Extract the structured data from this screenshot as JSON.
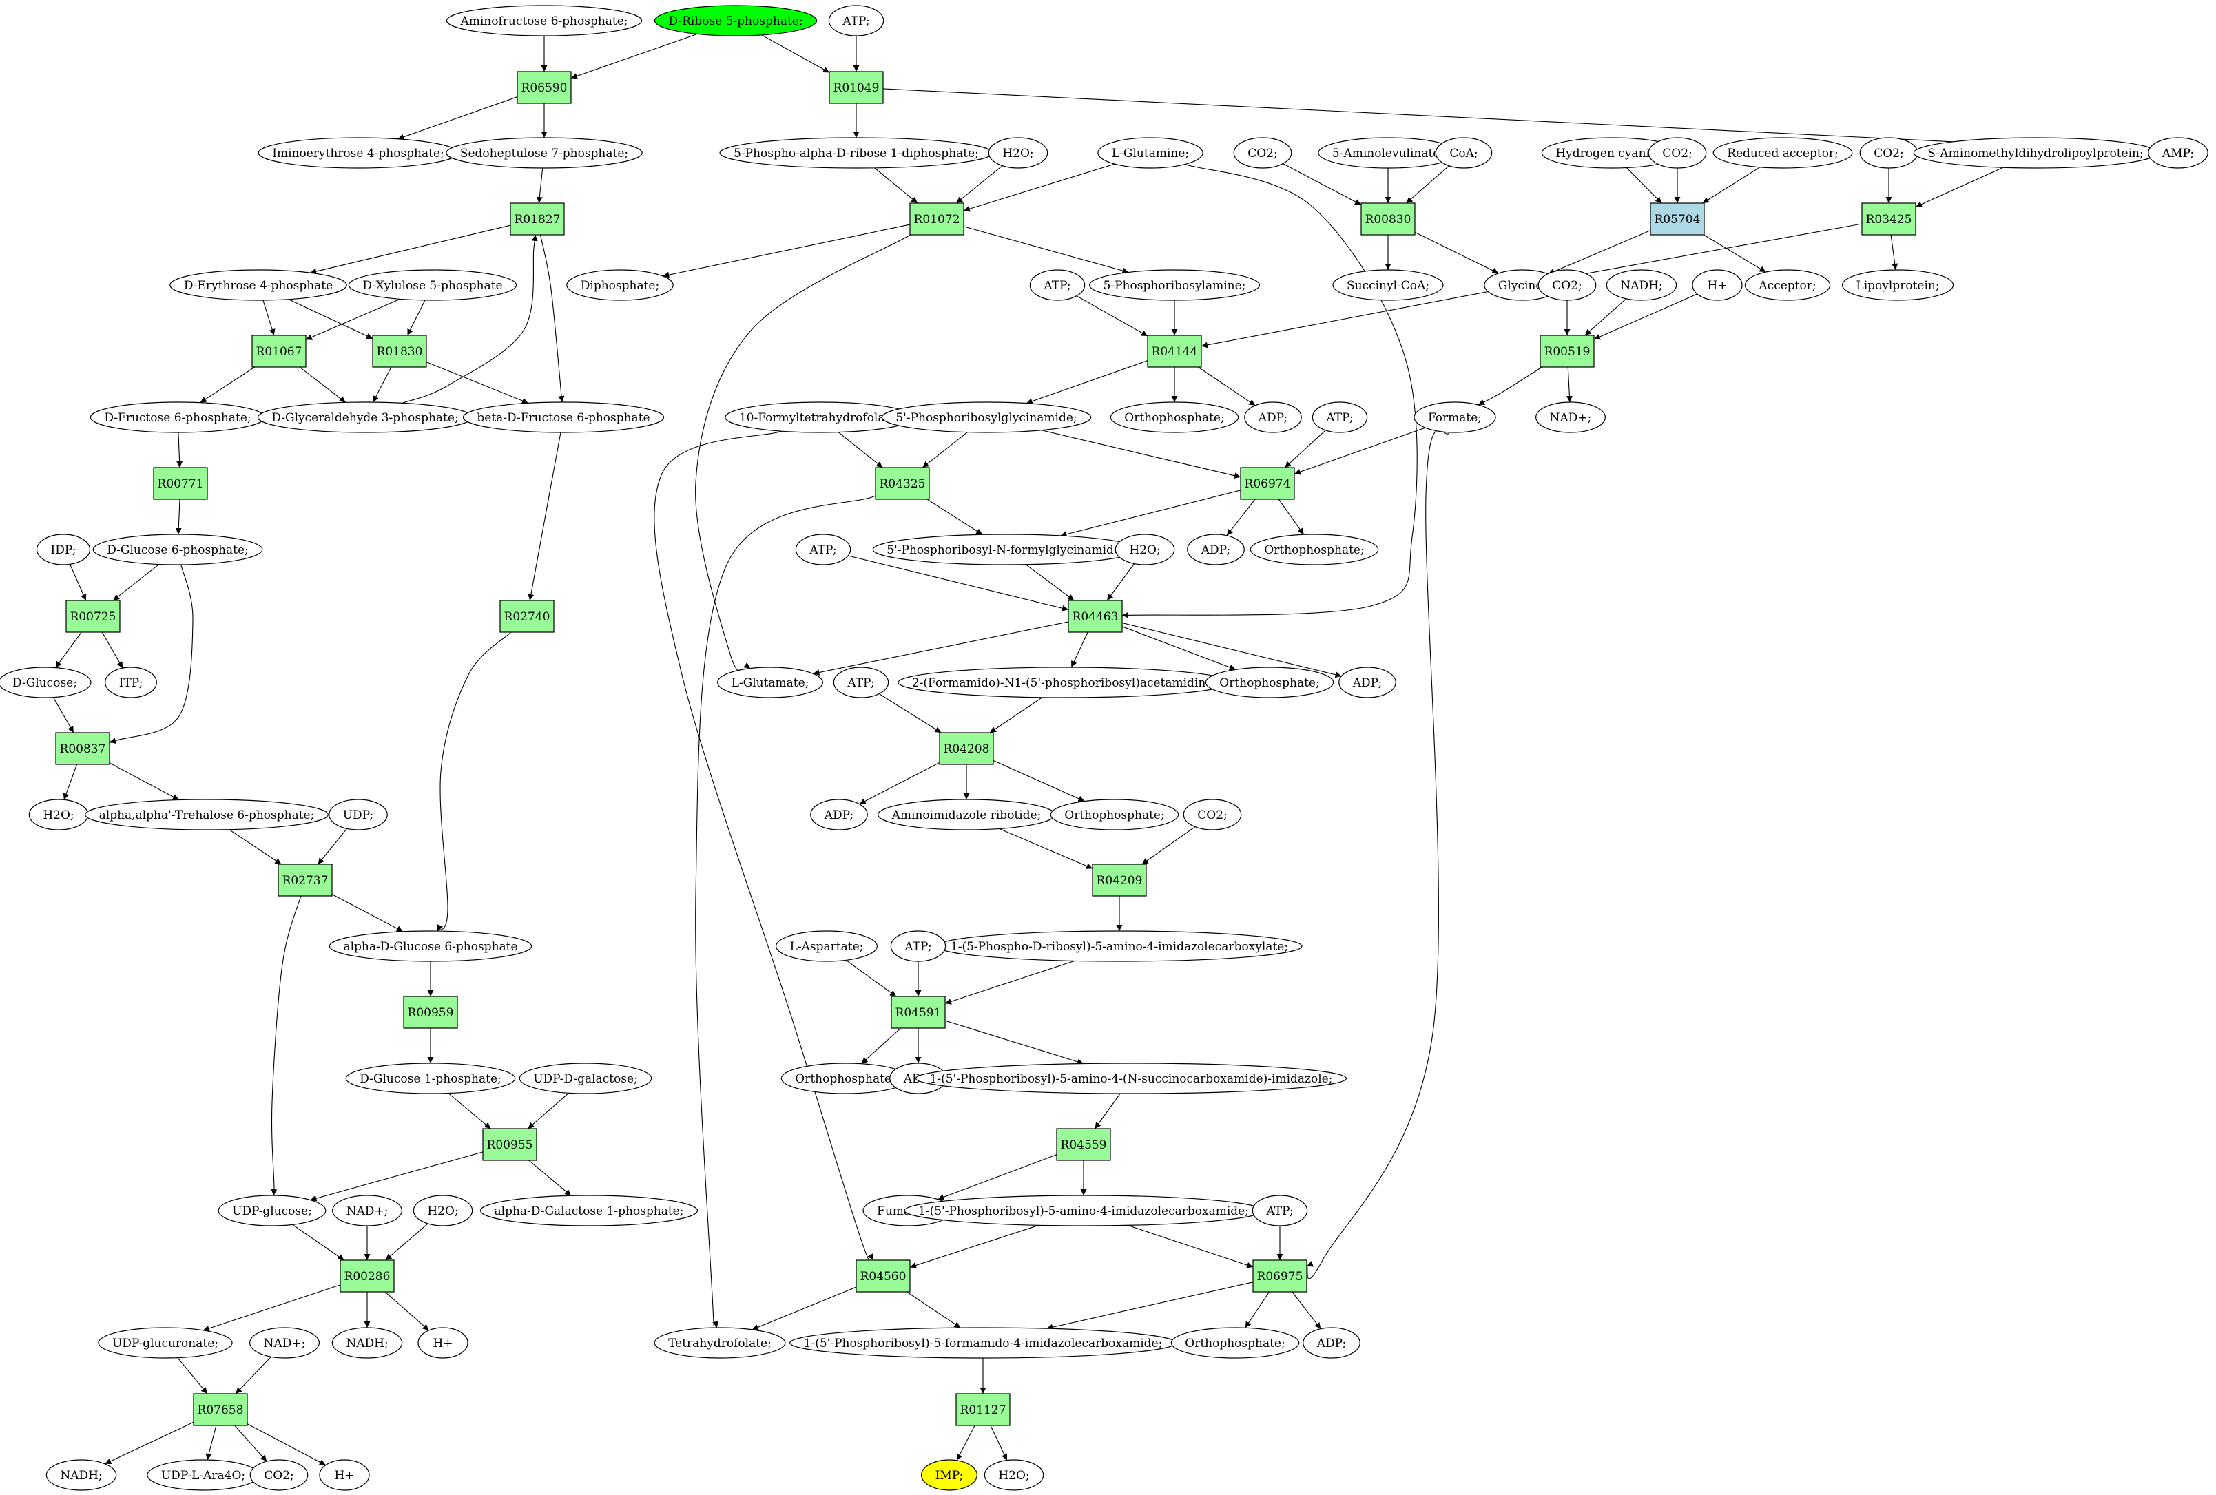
{
  "reactions": [
    {
      "id": "R06590",
      "label": "R06590",
      "fill": "#98fb98"
    },
    {
      "id": "R01049",
      "label": "R01049",
      "fill": "#98fb98"
    },
    {
      "id": "R01827",
      "label": "R01827",
      "fill": "#98fb98"
    },
    {
      "id": "R01072",
      "label": "R01072",
      "fill": "#98fb98"
    },
    {
      "id": "R00830",
      "label": "R00830",
      "fill": "#98fb98"
    },
    {
      "id": "R05704",
      "label": "R05704",
      "fill": "#add8e6"
    },
    {
      "id": "R03425",
      "label": "R03425",
      "fill": "#98fb98"
    },
    {
      "id": "R01067",
      "label": "R01067",
      "fill": "#98fb98"
    },
    {
      "id": "R01830",
      "label": "R01830",
      "fill": "#98fb98"
    },
    {
      "id": "R04144",
      "label": "R04144",
      "fill": "#98fb98"
    },
    {
      "id": "R00519",
      "label": "R00519",
      "fill": "#98fb98"
    },
    {
      "id": "R00771",
      "label": "R00771",
      "fill": "#98fb98"
    },
    {
      "id": "R04325",
      "label": "R04325",
      "fill": "#98fb98"
    },
    {
      "id": "R06974",
      "label": "R06974",
      "fill": "#98fb98"
    },
    {
      "id": "R00725",
      "label": "R00725",
      "fill": "#98fb98"
    },
    {
      "id": "R02740",
      "label": "R02740",
      "fill": "#98fb98"
    },
    {
      "id": "R04463",
      "label": "R04463",
      "fill": "#98fb98"
    },
    {
      "id": "R00837",
      "label": "R00837",
      "fill": "#98fb98"
    },
    {
      "id": "R04208",
      "label": "R04208",
      "fill": "#98fb98"
    },
    {
      "id": "R02737",
      "label": "R02737",
      "fill": "#98fb98"
    },
    {
      "id": "R04209",
      "label": "R04209",
      "fill": "#98fb98"
    },
    {
      "id": "R04591",
      "label": "R04591",
      "fill": "#98fb98"
    },
    {
      "id": "R00959",
      "label": "R00959",
      "fill": "#98fb98"
    },
    {
      "id": "R04559",
      "label": "R04559",
      "fill": "#98fb98"
    },
    {
      "id": "R00955",
      "label": "R00955",
      "fill": "#98fb98"
    },
    {
      "id": "R00286",
      "label": "R00286",
      "fill": "#98fb98"
    },
    {
      "id": "R04560",
      "label": "R04560",
      "fill": "#98fb98"
    },
    {
      "id": "R06975",
      "label": "R06975",
      "fill": "#98fb98"
    },
    {
      "id": "R07658",
      "label": "R07658",
      "fill": "#98fb98"
    },
    {
      "id": "R01127",
      "label": "R01127",
      "fill": "#98fb98"
    }
  ],
  "compounds": [
    {
      "id": "aminofructose6p",
      "label": "Aminofructose 6-phosphate;"
    },
    {
      "id": "ribose5p",
      "label": "D-Ribose 5-phosphate;",
      "fill": "#00ff00"
    },
    {
      "id": "atp_top",
      "label": "ATP;"
    },
    {
      "id": "iminoerythrose4p",
      "label": "Iminoerythrose 4-phosphate;"
    },
    {
      "id": "sedoheptulose7p",
      "label": "Sedoheptulose 7-phosphate;"
    },
    {
      "id": "prpp",
      "label": "5-Phospho-alpha-D-ribose 1-diphosphate;"
    },
    {
      "id": "h2o_1072",
      "label": "H2O;"
    },
    {
      "id": "glutamine",
      "label": "L-Glutamine;"
    },
    {
      "id": "co2_830",
      "label": "CO2;"
    },
    {
      "id": "aminolevulinate",
      "label": "5-Aminolevulinate;"
    },
    {
      "id": "coa",
      "label": "CoA;"
    },
    {
      "id": "hcn",
      "label": "Hydrogen cyanide;"
    },
    {
      "id": "co2_5704",
      "label": "CO2;"
    },
    {
      "id": "reduced_acceptor",
      "label": "Reduced acceptor;"
    },
    {
      "id": "co2_3425",
      "label": "CO2;"
    },
    {
      "id": "sam_lipoyl",
      "label": "S-Aminomethyldihydrolipoylprotein;"
    },
    {
      "id": "amp",
      "label": "AMP;"
    },
    {
      "id": "erythrose4p",
      "label": "D-Erythrose 4-phosphate"
    },
    {
      "id": "xylulose5p",
      "label": "D-Xylulose 5-phosphate"
    },
    {
      "id": "diphosphate",
      "label": "Diphosphate;"
    },
    {
      "id": "atp_4144",
      "label": "ATP;"
    },
    {
      "id": "pra",
      "label": "5-Phosphoribosylamine;"
    },
    {
      "id": "succinylcoa",
      "label": "Succinyl-CoA;"
    },
    {
      "id": "glycine",
      "label": "Glycine;"
    },
    {
      "id": "acceptor",
      "label": "Acceptor;"
    },
    {
      "id": "lipoylprotein",
      "label": "Lipoylprotein;"
    },
    {
      "id": "co2_519",
      "label": "CO2;"
    },
    {
      "id": "nadh_519",
      "label": "NADH;"
    },
    {
      "id": "hplus_519",
      "label": "H+"
    },
    {
      "id": "fructose6p",
      "label": "D-Fructose 6-phosphate;"
    },
    {
      "id": "ga3p",
      "label": "D-Glyceraldehyde 3-phosphate;"
    },
    {
      "id": "bfructose6p",
      "label": "beta-D-Fructose 6-phosphate"
    },
    {
      "id": "formylthf",
      "label": "10-Formyltetrahydrofolate;"
    },
    {
      "id": "gar",
      "label": "5'-Phosphoribosylglycinamide;"
    },
    {
      "id": "ophos_4144",
      "label": "Orthophosphate;"
    },
    {
      "id": "adp_4144",
      "label": "ADP;"
    },
    {
      "id": "atp_6974",
      "label": "ATP;"
    },
    {
      "id": "formate",
      "label": "Formate;"
    },
    {
      "id": "nadplus_519",
      "label": "NAD+;"
    },
    {
      "id": "idp",
      "label": "IDP;"
    },
    {
      "id": "glucose6p",
      "label": "D-Glucose 6-phosphate;"
    },
    {
      "id": "atp_4463",
      "label": "ATP;"
    },
    {
      "id": "fgar",
      "label": "5'-Phosphoribosyl-N-formylglycinamide;"
    },
    {
      "id": "h2o_4463",
      "label": "H2O;"
    },
    {
      "id": "adp_6974",
      "label": "ADP;"
    },
    {
      "id": "ophos_6974",
      "label": "Orthophosphate;"
    },
    {
      "id": "dglucose",
      "label": "D-Glucose;"
    },
    {
      "id": "itp",
      "label": "ITP;"
    },
    {
      "id": "lglutamate",
      "label": "L-Glutamate;"
    },
    {
      "id": "fgam",
      "label": "2-(Formamido)-N1-(5'-phosphoribosyl)acetamidine;"
    },
    {
      "id": "ophos_4463",
      "label": "Orthophosphate;"
    },
    {
      "id": "adp_4463",
      "label": "ADP;"
    },
    {
      "id": "atp_4208",
      "label": "ATP;"
    },
    {
      "id": "h2o_837",
      "label": "H2O;"
    },
    {
      "id": "trehalose6p",
      "label": "alpha,alpha'-Trehalose 6-phosphate;"
    },
    {
      "id": "udp",
      "label": "UDP;"
    },
    {
      "id": "adp_4208",
      "label": "ADP;"
    },
    {
      "id": "air",
      "label": "Aminoimidazole ribotide;"
    },
    {
      "id": "ophos_4208",
      "label": "Orthophosphate;"
    },
    {
      "id": "co2_4209",
      "label": "CO2;"
    },
    {
      "id": "aglucose6p",
      "label": "alpha-D-Glucose 6-phosphate"
    },
    {
      "id": "cair",
      "label": "1-(5-Phospho-D-ribosyl)-5-amino-4-imidazolecarboxylate;"
    },
    {
      "id": "laspartate",
      "label": "L-Aspartate;"
    },
    {
      "id": "atp_4591",
      "label": "ATP;"
    },
    {
      "id": "glucose1p",
      "label": "D-Glucose 1-phosphate;"
    },
    {
      "id": "udpgalactose",
      "label": "UDP-D-galactose;"
    },
    {
      "id": "ophos_4591",
      "label": "Orthophosphate;"
    },
    {
      "id": "adp_4591",
      "label": "ADP;"
    },
    {
      "id": "saicar",
      "label": "1-(5'-Phosphoribosyl)-5-amino-4-(N-succinocarboxamide)-imidazole;"
    },
    {
      "id": "udpglucose",
      "label": "UDP-glucose;"
    },
    {
      "id": "nadplus_286",
      "label": "NAD+;"
    },
    {
      "id": "h2o_286",
      "label": "H2O;"
    },
    {
      "id": "galactose1p",
      "label": "alpha-D-Galactose 1-phosphate;"
    },
    {
      "id": "fumarate",
      "label": "Fumarate;"
    },
    {
      "id": "aicar",
      "label": "1-(5'-Phosphoribosyl)-5-amino-4-imidazolecarboxamide;"
    },
    {
      "id": "atp_6975",
      "label": "ATP;"
    },
    {
      "id": "udpglucuronate",
      "label": "UDP-glucuronate;"
    },
    {
      "id": "nadplus_7658",
      "label": "NAD+;"
    },
    {
      "id": "nadh_286",
      "label": "NADH;"
    },
    {
      "id": "hplus_286",
      "label": "H+"
    },
    {
      "id": "thf",
      "label": "Tetrahydrofolate;"
    },
    {
      "id": "faicar",
      "label": "1-(5'-Phosphoribosyl)-5-formamido-4-imidazolecarboxamide;"
    },
    {
      "id": "ophos_6975",
      "label": "Orthophosphate;"
    },
    {
      "id": "adp_6975",
      "label": "ADP;"
    },
    {
      "id": "nadh_7658",
      "label": "NADH;"
    },
    {
      "id": "udpara4o",
      "label": "UDP-L-Ara4O;"
    },
    {
      "id": "co2_7658",
      "label": "CO2;"
    },
    {
      "id": "hplus_7658",
      "label": "H+"
    },
    {
      "id": "imp",
      "label": "IMP;",
      "fill": "#ffff00"
    },
    {
      "id": "h2o_1127",
      "label": "H2O;"
    }
  ],
  "edges": [
    [
      "aminofructose6p",
      "R06590"
    ],
    [
      "ribose5p",
      "R06590"
    ],
    [
      "R06590",
      "iminoerythrose4p"
    ],
    [
      "R06590",
      "sedoheptulose7p"
    ],
    [
      "ribose5p",
      "R01049"
    ],
    [
      "atp_top",
      "R01049"
    ],
    [
      "R01049",
      "prpp"
    ],
    [
      "R01049",
      "amp"
    ],
    [
      "sedoheptulose7p",
      "R01827"
    ],
    [
      "ga3p",
      "R01827"
    ],
    [
      "R01827",
      "erythrose4p"
    ],
    [
      "R01827",
      "bfructose6p"
    ],
    [
      "prpp",
      "R01072"
    ],
    [
      "h2o_1072",
      "R01072"
    ],
    [
      "glutamine",
      "R01072"
    ],
    [
      "R01072",
      "diphosphate"
    ],
    [
      "R01072",
      "pra"
    ],
    [
      "R01072",
      "lglutamate"
    ],
    [
      "co2_830",
      "R00830"
    ],
    [
      "aminolevulinate",
      "R00830"
    ],
    [
      "coa",
      "R00830"
    ],
    [
      "R00830",
      "succinylcoa"
    ],
    [
      "R00830",
      "glycine"
    ],
    [
      "hcn",
      "R05704"
    ],
    [
      "co2_5704",
      "R05704"
    ],
    [
      "reduced_acceptor",
      "R05704"
    ],
    [
      "R05704",
      "glycine"
    ],
    [
      "R05704",
      "acceptor"
    ],
    [
      "co2_3425",
      "R03425"
    ],
    [
      "sam_lipoyl",
      "R03425"
    ],
    [
      "R03425",
      "glycine"
    ],
    [
      "R03425",
      "lipoylprotein"
    ],
    [
      "erythrose4p",
      "R01067"
    ],
    [
      "xylulose5p",
      "R01067"
    ],
    [
      "R01067",
      "fructose6p"
    ],
    [
      "R01067",
      "ga3p"
    ],
    [
      "erythrose4p",
      "R01830"
    ],
    [
      "xylulose5p",
      "R01830"
    ],
    [
      "R01830",
      "ga3p"
    ],
    [
      "R01830",
      "bfructose6p"
    ],
    [
      "atp_4144",
      "R04144"
    ],
    [
      "pra",
      "R04144"
    ],
    [
      "glycine",
      "R04144"
    ],
    [
      "R04144",
      "gar"
    ],
    [
      "R04144",
      "ophos_4144"
    ],
    [
      "R04144",
      "adp_4144"
    ],
    [
      "co2_519",
      "R00519"
    ],
    [
      "nadh_519",
      "R00519"
    ],
    [
      "hplus_519",
      "R00519"
    ],
    [
      "R00519",
      "formate"
    ],
    [
      "R00519",
      "nadplus_519"
    ],
    [
      "fructose6p",
      "R00771"
    ],
    [
      "R00771",
      "glucose6p"
    ],
    [
      "formylthf",
      "R04325"
    ],
    [
      "gar",
      "R04325"
    ],
    [
      "R04325",
      "fgar"
    ],
    [
      "R04325",
      "thf"
    ],
    [
      "gar",
      "R06974"
    ],
    [
      "atp_6974",
      "R06974"
    ],
    [
      "formate",
      "R06974"
    ],
    [
      "R06974",
      "fgar"
    ],
    [
      "R06974",
      "adp_6974"
    ],
    [
      "R06974",
      "ophos_6974"
    ],
    [
      "idp",
      "R00725"
    ],
    [
      "glucose6p",
      "R00725"
    ],
    [
      "R00725",
      "dglucose"
    ],
    [
      "R00725",
      "itp"
    ],
    [
      "bfructose6p",
      "R02740"
    ],
    [
      "R02740",
      "aglucose6p"
    ],
    [
      "atp_4463",
      "R04463"
    ],
    [
      "fgar",
      "R04463"
    ],
    [
      "h2o_4463",
      "R04463"
    ],
    [
      "glutamine",
      "R04463"
    ],
    [
      "R04463",
      "lglutamate"
    ],
    [
      "R04463",
      "fgam"
    ],
    [
      "R04463",
      "ophos_4463"
    ],
    [
      "R04463",
      "adp_4463"
    ],
    [
      "dglucose",
      "R00837"
    ],
    [
      "glucose6p",
      "R00837"
    ],
    [
      "R00837",
      "h2o_837"
    ],
    [
      "R00837",
      "trehalose6p"
    ],
    [
      "atp_4208",
      "R04208"
    ],
    [
      "fgam",
      "R04208"
    ],
    [
      "R04208",
      "adp_4208"
    ],
    [
      "R04208",
      "air"
    ],
    [
      "R04208",
      "ophos_4208"
    ],
    [
      "trehalose6p",
      "R02737"
    ],
    [
      "udp",
      "R02737"
    ],
    [
      "R02737",
      "aglucose6p"
    ],
    [
      "R02737",
      "udpglucose"
    ],
    [
      "air",
      "R04209"
    ],
    [
      "co2_4209",
      "R04209"
    ],
    [
      "R04209",
      "cair"
    ],
    [
      "laspartate",
      "R04591"
    ],
    [
      "atp_4591",
      "R04591"
    ],
    [
      "cair",
      "R04591"
    ],
    [
      "R04591",
      "ophos_4591"
    ],
    [
      "R04591",
      "adp_4591"
    ],
    [
      "R04591",
      "saicar"
    ],
    [
      "aglucose6p",
      "R00959"
    ],
    [
      "R00959",
      "glucose1p"
    ],
    [
      "saicar",
      "R04559"
    ],
    [
      "R04559",
      "fumarate"
    ],
    [
      "R04559",
      "aicar"
    ],
    [
      "glucose1p",
      "R00955"
    ],
    [
      "udpgalactose",
      "R00955"
    ],
    [
      "R00955",
      "udpglucose"
    ],
    [
      "R00955",
      "galactose1p"
    ],
    [
      "udpglucose",
      "R00286"
    ],
    [
      "nadplus_286",
      "R00286"
    ],
    [
      "h2o_286",
      "R00286"
    ],
    [
      "R00286",
      "udpglucuronate"
    ],
    [
      "R00286",
      "nadh_286"
    ],
    [
      "R00286",
      "hplus_286"
    ],
    [
      "formylthf",
      "R04560"
    ],
    [
      "aicar",
      "R04560"
    ],
    [
      "R04560",
      "thf"
    ],
    [
      "R04560",
      "faicar"
    ],
    [
      "aicar",
      "R06975"
    ],
    [
      "atp_6975",
      "R06975"
    ],
    [
      "formate",
      "R06975"
    ],
    [
      "R06975",
      "faicar"
    ],
    [
      "R06975",
      "ophos_6975"
    ],
    [
      "R06975",
      "adp_6975"
    ],
    [
      "udpglucuronate",
      "R07658"
    ],
    [
      "nadplus_7658",
      "R07658"
    ],
    [
      "R07658",
      "nadh_7658"
    ],
    [
      "R07658",
      "udpara4o"
    ],
    [
      "R07658",
      "co2_7658"
    ],
    [
      "R07658",
      "hplus_7658"
    ],
    [
      "faicar",
      "R01127"
    ],
    [
      "R01127",
      "imp"
    ],
    [
      "R01127",
      "h2o_1127"
    ]
  ]
}
